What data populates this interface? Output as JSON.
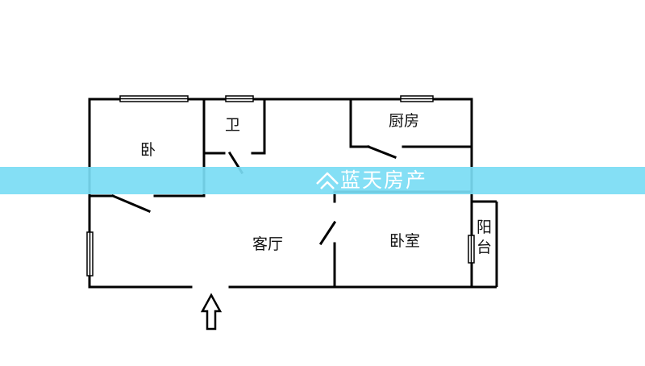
{
  "rooms": {
    "bedroom_small": "卧",
    "bathroom": "卫",
    "kitchen": "厨房",
    "living_room": "客厅",
    "bedroom": "卧室",
    "balcony": "阳台"
  },
  "watermark": {
    "text": "蓝天房产",
    "icon": "house-logo-icon"
  },
  "colors": {
    "wall": "#000000",
    "band": "#79dcf4",
    "watermark_text": "#ffffff"
  }
}
